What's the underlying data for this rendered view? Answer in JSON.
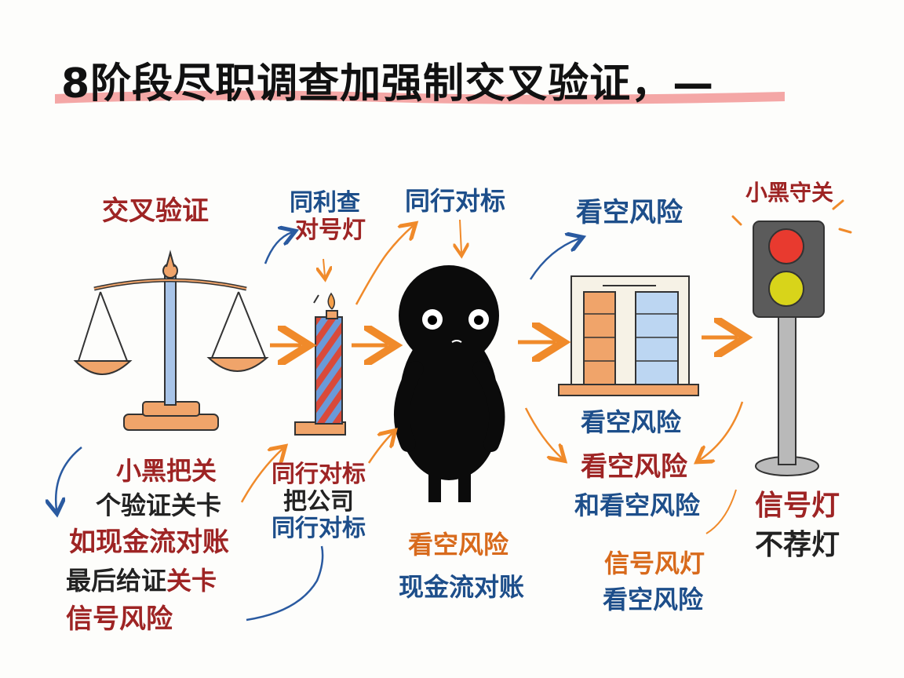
{
  "title": "8阶段尽职调查加强制交叉验证，—",
  "colors": {
    "highlight": "#f08a8a",
    "red_text": "#9e2424",
    "blue_text": "#1d4e8a",
    "orange_arrow": "#f08a2a",
    "blue_arrow": "#2a5aa0",
    "figure": "#0b0b0b",
    "light_red": "#e83a2f",
    "light_yellow": "#d8d41a"
  },
  "icons": [
    "balance-scale-icon",
    "striped-pillar-icon",
    "black-figure-icon",
    "building-panels-icon",
    "traffic-light-icon"
  ],
  "labels": {
    "cross_verify": "交叉验证",
    "peer_check": "同利查",
    "signal_check": "对号灯",
    "peer_benchmark_top": "同行对标",
    "short_risk_top": "看空风险",
    "gatekeeper_top": "小黑守关",
    "left_notes": {
      "line1": "小黑把关",
      "line2": "个验证关卡",
      "line3": "如现金流对账",
      "line4": "最后给证",
      "line4b": "关卡",
      "line5": "信号风险"
    },
    "center_notes": {
      "line1": "同行对标",
      "line2": "把公司",
      "line3": "同行对标"
    },
    "figure_notes": {
      "line1": "看空风险",
      "line2": "现金流对账"
    },
    "building_notes": {
      "line1": "看空风险",
      "line2": "看空风险",
      "line3": "和看空风险"
    },
    "lower_right_notes": {
      "line1": "信号风灯",
      "line2": "看空风险"
    },
    "light_notes": {
      "line1": "信号灯",
      "line2": "不荐灯"
    }
  }
}
